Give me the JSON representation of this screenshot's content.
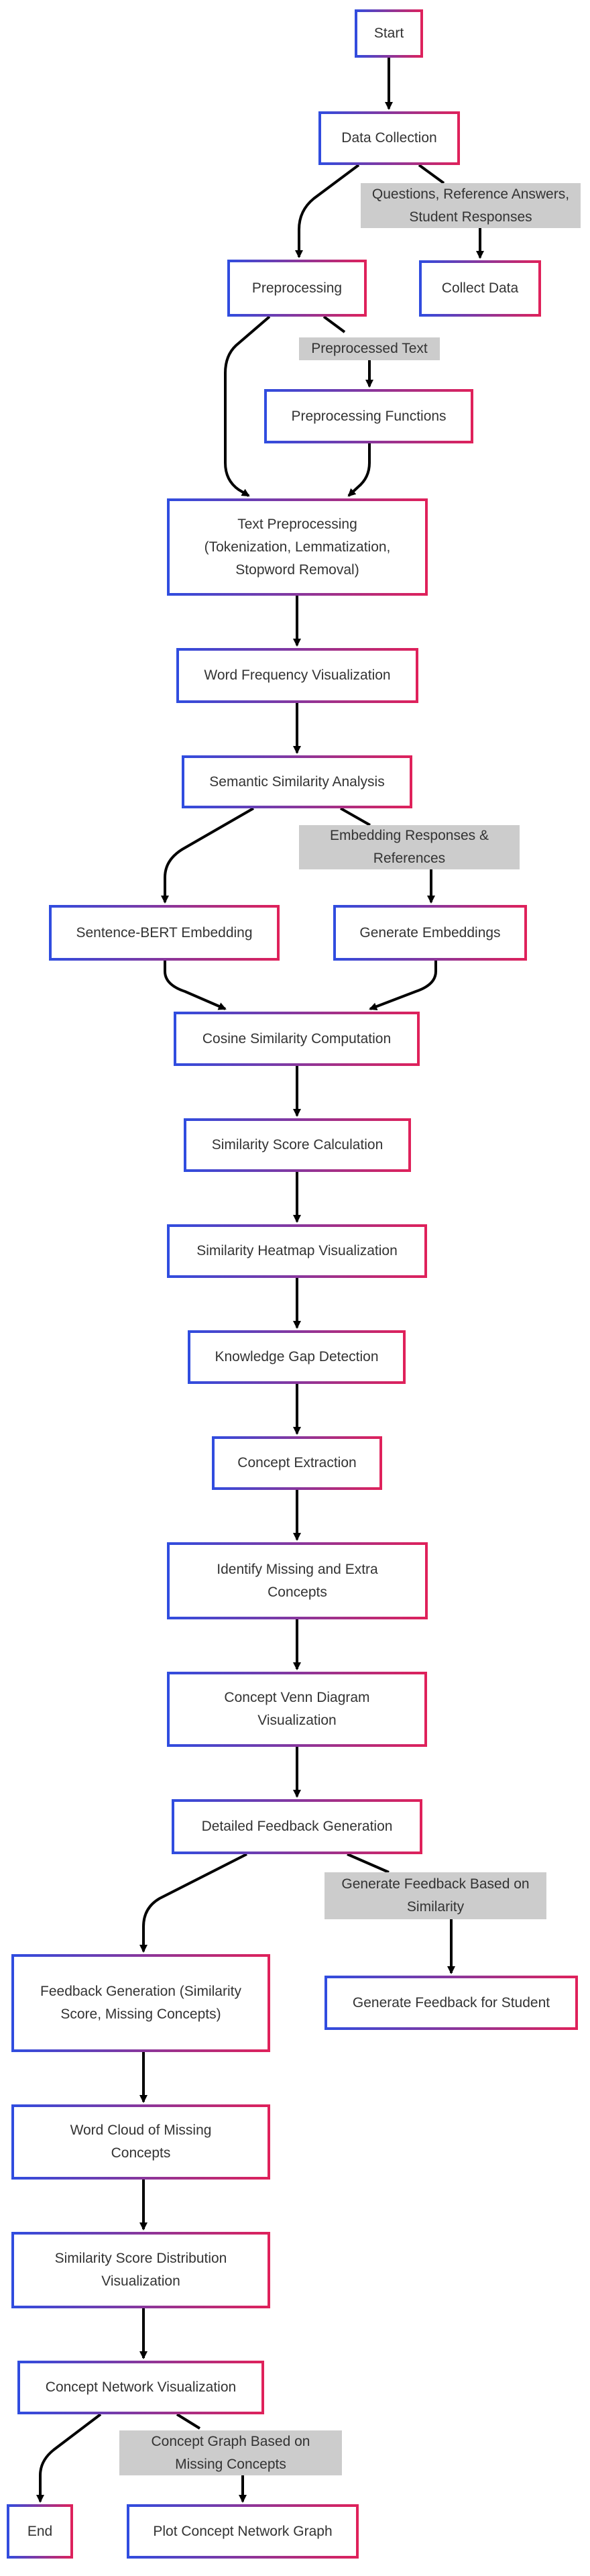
{
  "nodes": {
    "start": "Start",
    "data_collection": "Data Collection",
    "preprocessing": "Preprocessing",
    "collect_data": "Collect Data",
    "preprocessing_functions": "Preprocessing Functions",
    "text_preprocessing": "Text Preprocessing\n(Tokenization, Lemmatization,\nStopword Removal)",
    "word_frequency_visualization": "Word Frequency Visualization",
    "semantic_similarity_analysis": "Semantic Similarity Analysis",
    "sentence_bert_embedding": "Sentence-BERT Embedding",
    "generate_embeddings": "Generate Embeddings",
    "cosine_similarity_computation": "Cosine Similarity Computation",
    "similarity_score_calculation": "Similarity Score Calculation",
    "similarity_heatmap_visualization": "Similarity Heatmap Visualization",
    "knowledge_gap_detection": "Knowledge Gap Detection",
    "concept_extraction": "Concept Extraction",
    "identify_missing_extra_concepts": "Identify Missing and Extra\nConcepts",
    "concept_venn_diagram_visualization": "Concept Venn Diagram\nVisualization",
    "detailed_feedback_generation": "Detailed Feedback Generation",
    "feedback_generation": "Feedback Generation (Similarity\nScore, Missing Concepts)",
    "generate_feedback_for_student": "Generate Feedback for Student",
    "word_cloud_missing_concepts": "Word Cloud of Missing\nConcepts",
    "similarity_score_distribution_visualization": "Similarity Score Distribution\nVisualization",
    "concept_network_visualization": "Concept Network Visualization",
    "end": "End",
    "plot_concept_network_graph": "Plot Concept Network Graph"
  },
  "edge_labels": {
    "questions_reference_answers": "Questions, Reference Answers,\nStudent Responses",
    "preprocessed_text": "Preprocessed Text",
    "embedding_responses_references": "Embedding Responses &\nReferences",
    "generate_feedback_based_on_similarity": "Generate Feedback Based on\nSimilarity",
    "concept_graph_missing_concepts": "Concept Graph Based on\nMissing Concepts"
  },
  "colors": {
    "node_border_start": "#2f4de0",
    "node_border_end": "#e0215a",
    "edge_label_background": "#cccccc",
    "text": "#333333",
    "arrow": "#000000"
  }
}
